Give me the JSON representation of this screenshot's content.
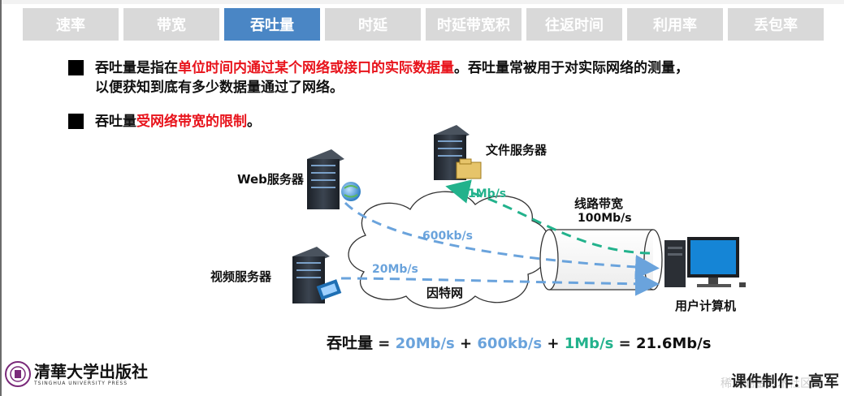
{
  "tabs": [
    {
      "label": "速率",
      "active": false
    },
    {
      "label": "带宽",
      "active": false
    },
    {
      "label": "吞吐量",
      "active": true
    },
    {
      "label": "时延",
      "active": false
    },
    {
      "label": "时延带宽积",
      "active": false
    },
    {
      "label": "往返时间",
      "active": false
    },
    {
      "label": "利用率",
      "active": false
    },
    {
      "label": "丢包率",
      "active": false
    }
  ],
  "bullets": {
    "b1": {
      "pre": "吞吐量是指在",
      "highlight": "单位时间内通过某个网络或接口的实际数据量",
      "post": "。吞吐量常被用于对实际网络的测量，",
      "line2": "以便获知到底有多少数据量通过了网络。"
    },
    "b2": {
      "pre": "吞吐量",
      "highlight": "受网络带宽的限制",
      "post": "。"
    }
  },
  "diagram": {
    "web_server": "Web服务器",
    "file_server": "文件服务器",
    "video_server": "视频服务器",
    "internet": "因特网",
    "link_title": "线路带宽",
    "link_rate": "100Mb/s",
    "user_pc": "用户计算机",
    "flow_web": "600kb/s",
    "flow_video": "20Mb/s",
    "flow_file": "1Mb/s"
  },
  "formula": {
    "label": "吞吐量",
    "eq": " = ",
    "t1": "20Mb/s",
    "plus1": " + ",
    "t2": "600kb/s",
    "plus2": " + ",
    "t3": "1Mb/s",
    "eq2": " = 21.6Mb/s"
  },
  "logo": {
    "cn": "清華大学出版社",
    "en": "TSINGHUA UNIVERSITY PRESS"
  },
  "watermark": {
    "text": "课件制作：高军",
    "faint": "稀土掘金技术社区"
  },
  "colors": {
    "accent": "#4a86c5",
    "tab_bg": "#d9d9d9",
    "highlight": "#e8141c",
    "flow_blue": "#6aa3dc",
    "flow_teal": "#22b28c"
  }
}
